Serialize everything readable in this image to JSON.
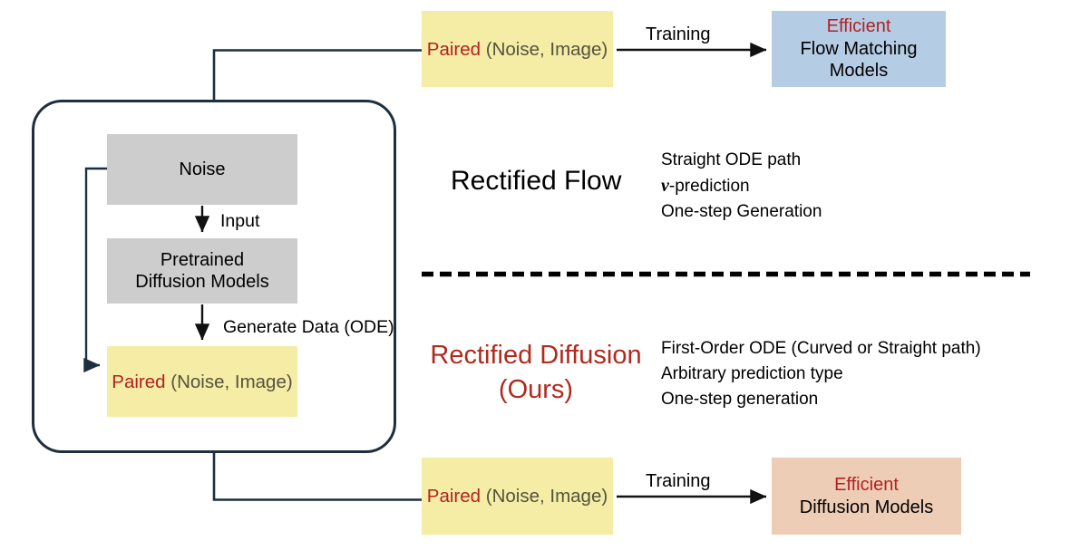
{
  "diagram": {
    "title": "Rectified Flow vs Rectified Diffusion comparison",
    "colors": {
      "yellow": "#f5eda5",
      "gray": "#cdcdcd",
      "blue": "#b4cde4",
      "salmon": "#eecdb6",
      "container_stroke": "#1d2f3f",
      "accent_red": "#b22222",
      "heading_red": "#b02a1e"
    }
  },
  "top_row": {
    "paired_box": {
      "highlight": "Paired",
      "rest": " (Noise, Image)"
    },
    "arrow_label": "Training",
    "result_box": {
      "line1": "Efficient",
      "line2": "Flow Matching Models"
    }
  },
  "bottom_row": {
    "paired_box": {
      "highlight": "Paired",
      "rest": " (Noise, Image)"
    },
    "arrow_label": "Training",
    "result_box": {
      "line1": "Efficient",
      "line2": "Diffusion Models"
    }
  },
  "pipeline": {
    "noise_box": "Noise",
    "model_box": {
      "line1": "Pretrained",
      "line2": "Diffusion Models"
    },
    "paired_box": {
      "highlight": "Paired",
      "rest": " (Noise, Image)"
    },
    "input_label": "Input",
    "generate_label": "Generate Data (ODE)"
  },
  "upper_section": {
    "heading": "Rectified Flow",
    "bullets": [
      "Straight ODE path",
      "-prediction",
      "One-step Generation"
    ],
    "bullet_symbol": "v"
  },
  "lower_section": {
    "heading_line1": "Rectified Diffusion",
    "heading_line2": "(Ours)",
    "bullets": [
      "First-Order ODE (Curved or Straight path)",
      "Arbitrary prediction type",
      "One-step generation"
    ]
  }
}
